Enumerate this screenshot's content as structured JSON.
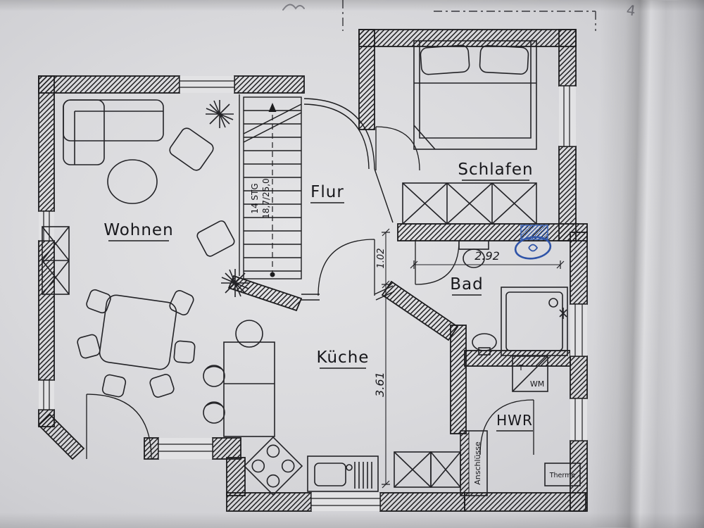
{
  "plan": {
    "rooms": {
      "wohnen": "Wohnen",
      "flur": "Flur",
      "schlafen": "Schlafen",
      "bad": "Bad",
      "kueche": "Küche",
      "hwr": "HWR"
    },
    "stairs": {
      "line1": "14 STG",
      "line2": "18,7/25,0"
    },
    "dimensions": {
      "bad_width": "2.92",
      "passage_width": "1.02",
      "kueche_depth": "3.61"
    },
    "utility": {
      "connections": "Anschlüsse",
      "boiler": "Therme",
      "dryer": "T",
      "washer": "WM"
    },
    "annotations": {
      "pencil_mark": "4"
    },
    "colors": {
      "ink": "#1c1c1e",
      "paper": "#d8d8da",
      "annotation_blue": "#2f54a8"
    }
  }
}
